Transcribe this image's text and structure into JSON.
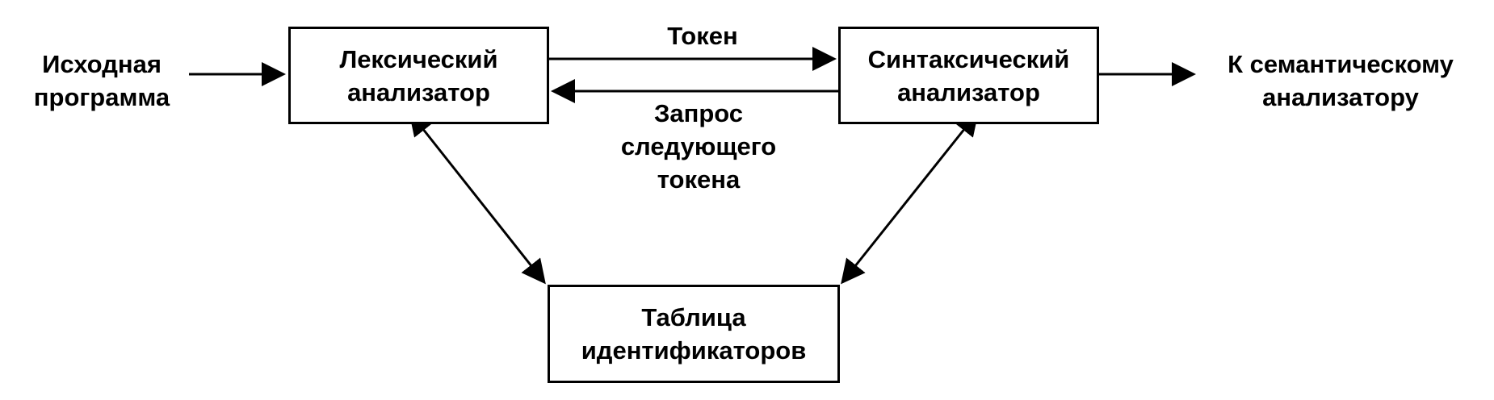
{
  "source": {
    "line1": "Исходная",
    "line2": "программа"
  },
  "lexer": {
    "line1": "Лексический",
    "line2": "анализатор"
  },
  "parser": {
    "line1": "Синтаксический",
    "line2": "анализатор"
  },
  "semantic": {
    "line1": "К семантическому",
    "line2": "анализатору"
  },
  "token": {
    "label": "Токен"
  },
  "request": {
    "line1": "Запрос",
    "line2": "следующего",
    "line3": "токена"
  },
  "table": {
    "line1": "Таблица",
    "line2": "идентификаторов"
  },
  "colors": {
    "stroke": "#000000",
    "background": "#ffffff"
  }
}
